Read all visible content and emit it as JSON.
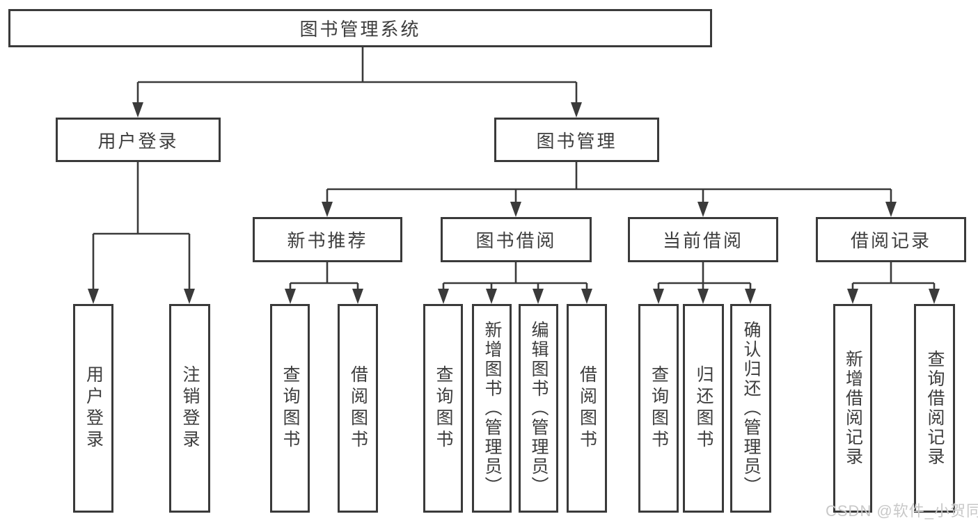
{
  "tree": {
    "root": {
      "label": "图书管理系统"
    },
    "branches": [
      {
        "label": "用户登录",
        "children": [
          {
            "label": "用户登录"
          },
          {
            "label": "注销登录"
          }
        ]
      },
      {
        "label": "图书管理",
        "sections": [
          {
            "label": "新书推荐",
            "children": [
              {
                "label": "查询图书"
              },
              {
                "label": "借阅图书"
              }
            ]
          },
          {
            "label": "图书借阅",
            "children": [
              {
                "label": "查询图书"
              },
              {
                "label": "新增图书（管理员）"
              },
              {
                "label": "编辑图书（管理员）"
              },
              {
                "label": "借阅图书"
              }
            ]
          },
          {
            "label": "当前借阅",
            "children": [
              {
                "label": "查询图书"
              },
              {
                "label": "归还图书"
              },
              {
                "label": "确认归还（管理员）"
              }
            ]
          },
          {
            "label": "借阅记录",
            "children": [
              {
                "label": "新增借阅记录"
              },
              {
                "label": "查询借阅记录"
              }
            ]
          }
        ]
      }
    ]
  },
  "watermark": "CSDN @软件_小贺同学",
  "colors": {
    "line": "#3a3a3a",
    "text": "#3d3d3d",
    "box_background": "#ffffff",
    "watermark": "#c8c8c8"
  }
}
